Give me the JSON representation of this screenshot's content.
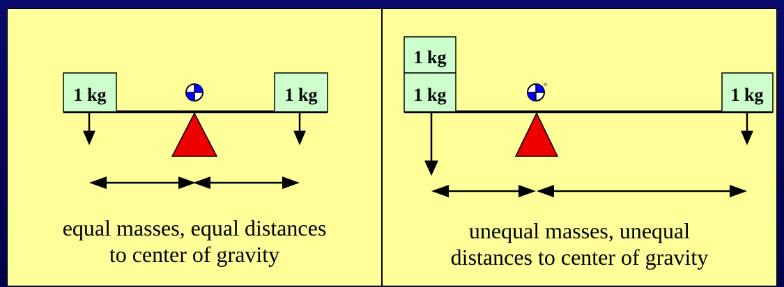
{
  "colors": {
    "background": "#05055e",
    "panel": "#ffff99",
    "mass_box": "#ccffcc",
    "fulcrum": "#ee0000",
    "cg_symbol": "#0000ff"
  },
  "left_panel": {
    "masses": [
      {
        "label": "1 kg",
        "side": "left"
      },
      {
        "label": "1 kg",
        "side": "right"
      }
    ],
    "cg_icon": "center-of-gravity-icon",
    "caption_line1": "equal masses, equal distances",
    "caption_line2": "to center of gravity"
  },
  "right_panel": {
    "masses": [
      {
        "label": "1 kg",
        "side": "left-top"
      },
      {
        "label": "1 kg",
        "side": "left-bottom"
      },
      {
        "label": "1 kg",
        "side": "right"
      }
    ],
    "cg_icon": "center-of-gravity-icon",
    "caption_line1": "unequal masses, unequal",
    "caption_line2": "distances to center of gravity"
  }
}
